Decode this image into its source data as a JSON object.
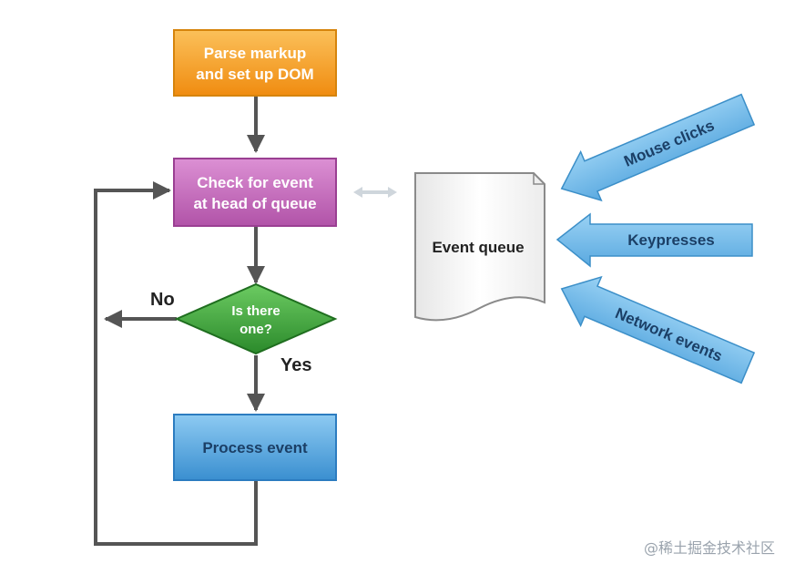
{
  "steps": {
    "parse_line1": "Parse markup",
    "parse_line2": "and set up DOM",
    "check_line1": "Check for event",
    "check_line2": "at head of queue",
    "decision_line1": "Is there",
    "decision_line2": "one?",
    "process": "Process event"
  },
  "branches": {
    "no": "No",
    "yes": "Yes"
  },
  "queue": {
    "label": "Event queue"
  },
  "inputs": {
    "mouse": "Mouse clicks",
    "keys": "Keypresses",
    "network": "Network events"
  },
  "watermark": "@稀土掘金技术社区",
  "colors": {
    "parse": "#f59a22",
    "check": "#c266b8",
    "decision": "#3b9a3b",
    "process": "#4fa3dc",
    "input_arrow": "#6db8e8",
    "flow_line": "#555555"
  }
}
